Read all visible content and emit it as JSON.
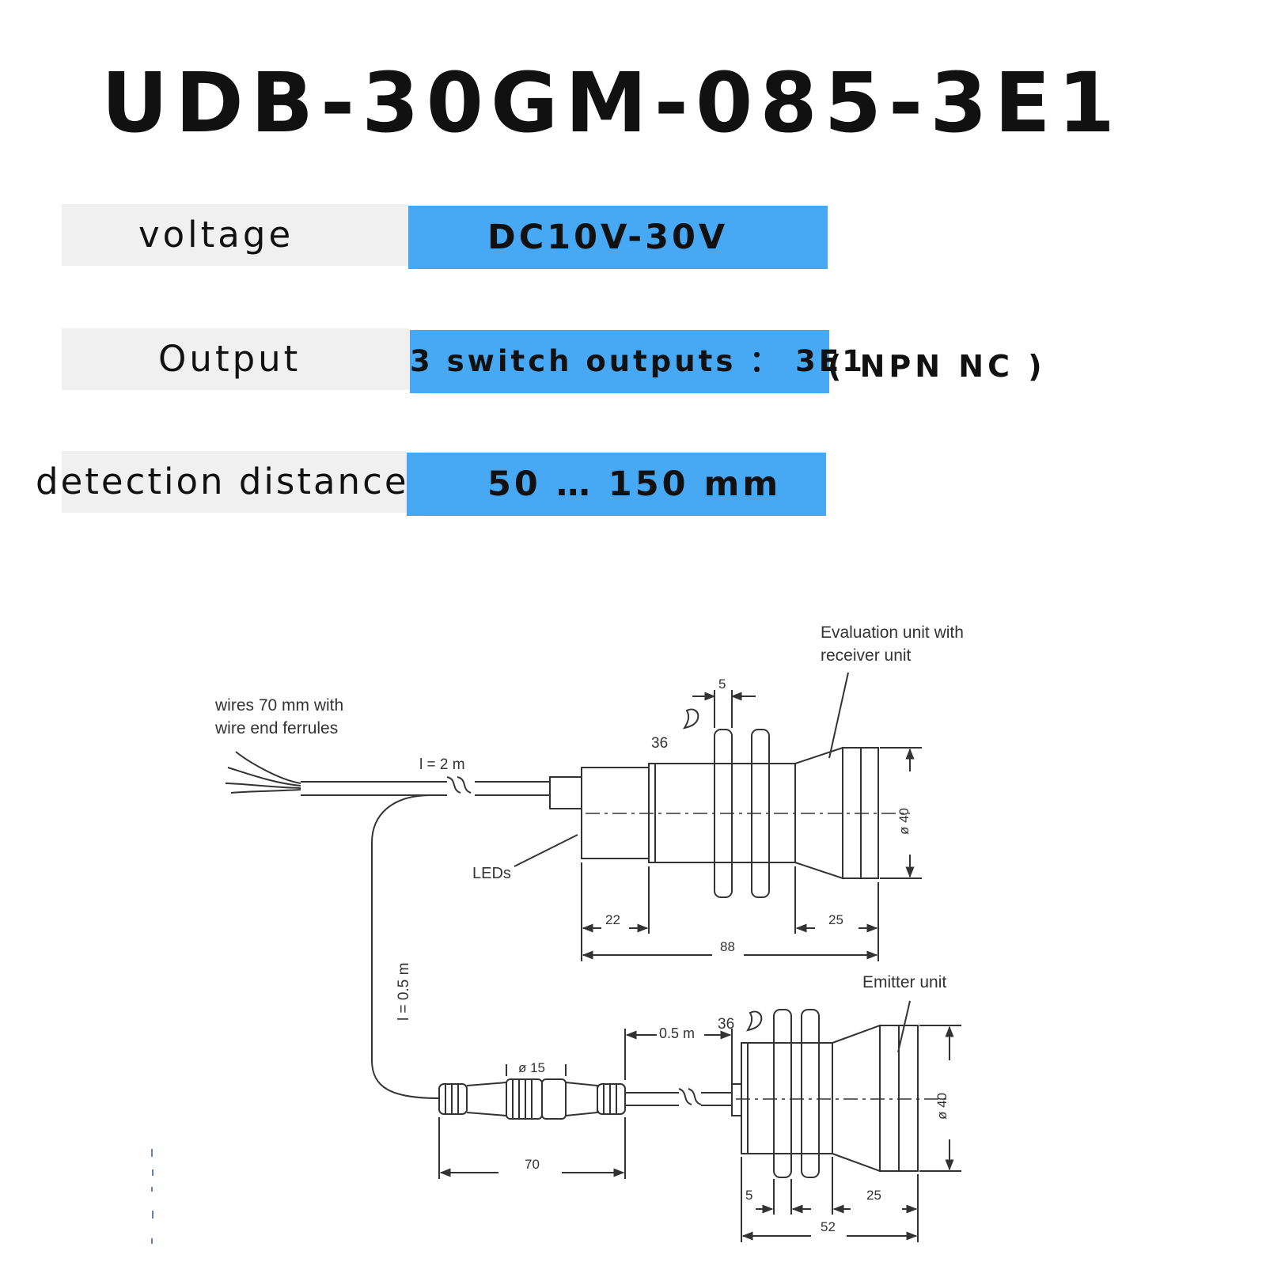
{
  "title": "UDB-30GM-085-3E1",
  "specs": [
    {
      "label": "voltage",
      "value": "DC10V-30V"
    },
    {
      "label": "Output",
      "value": "3 switch outputs  ：  3E1",
      "suffix": "( NPN NC  )"
    },
    {
      "label": "detection distance",
      "value": "50 … 150 mm"
    }
  ],
  "drawing": {
    "evaluation_unit_label_1": "Evaluation unit with",
    "evaluation_unit_label_2": "receiver unit",
    "wires_label_1": "wires 70 mm with",
    "wires_label_2": "wire end ferrules",
    "cable_length_top": "l = 2 m",
    "cable_length_loop": "l = 0.5 m",
    "leds_label": "LEDs",
    "emitter_label": "Emitter unit",
    "dims": {
      "nut_width_top": "5",
      "wrench_top": "36",
      "diameter_top": "ø 40",
      "dim_22": "22",
      "dim_25_top": "25",
      "dim_88": "88",
      "cable_05": "0.5 m",
      "wrench_bottom": "36",
      "connector_dia": "ø 15",
      "diameter_bottom": "ø 40",
      "dim_70": "70",
      "dim_5_bottom": "5",
      "dim_25_bottom": "25",
      "dim_52": "52"
    }
  }
}
